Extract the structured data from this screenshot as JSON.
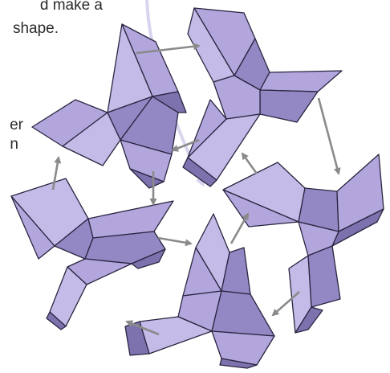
{
  "text_fragments": {
    "top_line_1": "d make a",
    "top_line_2": "shape.",
    "side_line_1": "er",
    "side_line_2": "n"
  },
  "colors": {
    "module_fill": "#b2a6dc",
    "module_light": "#c5bbe8",
    "module_shade": "#9388c4",
    "module_dark": "#7d72ae",
    "outline": "#2a2540",
    "arrow": "#8a8a8a",
    "highlight_arrow": "#d9d4ef"
  },
  "modules": [
    {
      "id": "module-1",
      "position": "top-left"
    },
    {
      "id": "module-2",
      "position": "top-right"
    },
    {
      "id": "module-3",
      "position": "right"
    },
    {
      "id": "module-4",
      "position": "bottom"
    },
    {
      "id": "module-5",
      "position": "left"
    }
  ],
  "arrows": [
    {
      "id": "arrow-1",
      "direction": "right"
    },
    {
      "id": "arrow-2",
      "direction": "down"
    },
    {
      "id": "arrow-3",
      "direction": "down-left"
    },
    {
      "id": "arrow-4",
      "direction": "left"
    },
    {
      "id": "arrow-5",
      "direction": "up"
    },
    {
      "id": "arrow-6",
      "direction": "down"
    },
    {
      "id": "arrow-7",
      "direction": "right"
    },
    {
      "id": "arrow-8",
      "direction": "up-right"
    },
    {
      "id": "arrow-9",
      "direction": "up-left"
    },
    {
      "id": "arrow-10",
      "direction": "down-left"
    }
  ]
}
